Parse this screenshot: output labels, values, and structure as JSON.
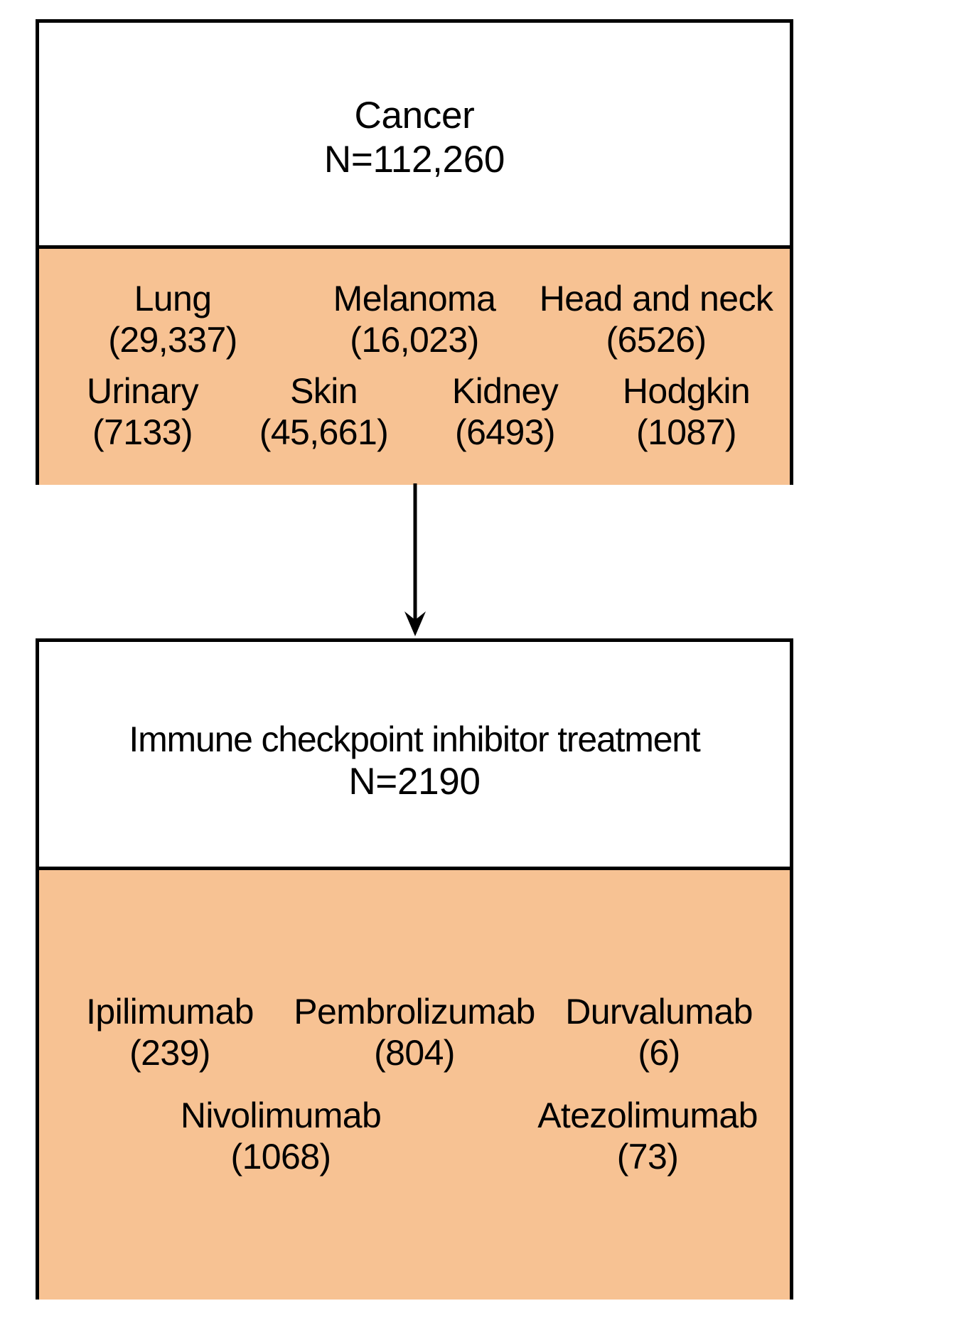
{
  "diagram": {
    "type": "flowchart",
    "title": "Cancer cohort to immune checkpoint inhibitor treatment flow",
    "colors": {
      "panel_fill": "#f7c293",
      "box_fill": "#ffffff",
      "border": "#000000",
      "text": "#000000"
    },
    "nodes": [
      {
        "id": "cancer",
        "header": {
          "line1": "Cancer",
          "line2": "N=112,260"
        },
        "breakdown_rows": [
          [
            {
              "label": "Lung",
              "count": "(29,337)"
            },
            {
              "label": "Melanoma",
              "count": "(16,023)"
            },
            {
              "label": "Head and neck",
              "count": "(6526)"
            }
          ],
          [
            {
              "label": "Urinary",
              "count": "(7133)"
            },
            {
              "label": "Skin",
              "count": "(45,661)"
            },
            {
              "label": "Kidney",
              "count": "(6493)"
            },
            {
              "label": "Hodgkin",
              "count": "(1087)"
            }
          ]
        ]
      },
      {
        "id": "ici",
        "header": {
          "line1": "Immune checkpoint inhibitor treatment",
          "line2": "N=2190"
        },
        "breakdown_rows": [
          [
            {
              "label": "Ipilimumab",
              "count": "(239)"
            },
            {
              "label": "Pembrolizumab",
              "count": "(804)"
            },
            {
              "label": "Durvalumab",
              "count": "(6)"
            }
          ],
          [
            {
              "label": "Nivolimumab",
              "count": "(1068)"
            },
            {
              "label": "Atezolimumab",
              "count": "(73)"
            }
          ]
        ]
      }
    ],
    "connector": {
      "from": "cancer",
      "to": "ici",
      "style": "vertical-arrow-down"
    }
  }
}
